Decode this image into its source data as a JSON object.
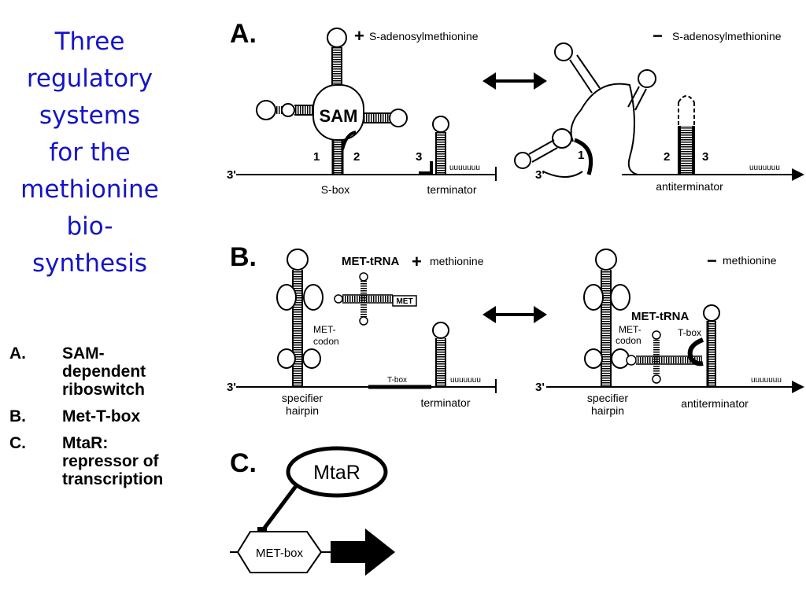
{
  "title_lines": [
    "Three",
    "regulatory",
    "systems",
    "for the",
    "methionine",
    "bio-",
    "synthesis"
  ],
  "legend": [
    {
      "marker": "A.",
      "lines": [
        "SAM-",
        "dependent",
        "riboswitch"
      ]
    },
    {
      "marker": "B.",
      "lines": [
        "Met-T-box"
      ]
    },
    {
      "marker": "C.",
      "lines": [
        "MtaR:",
        "repressor of",
        "transcription"
      ]
    }
  ],
  "panel_a": {
    "letter": "A.",
    "plus_label": "+",
    "plus_text": "S-adenosylmethionine",
    "minus_label": "−",
    "minus_text": "S-adenosylmethionine",
    "sam": "SAM",
    "three_prime": "3'",
    "num1": "1",
    "num2": "2",
    "num3": "3",
    "sbox": "S-box",
    "terminator": "terminator",
    "antiterminator": "antiterminator",
    "polyu": "uuuuuuu"
  },
  "panel_b": {
    "letter": "B.",
    "met_trna": "MET-tRNA",
    "plus_label": "+",
    "plus_text": "methionine",
    "minus_label": "−",
    "minus_text": "methionine",
    "met_box_label": "MET",
    "met_codon_1": "MET-",
    "met_codon_2": "codon",
    "tbox": "T-box",
    "three_prime": "3'",
    "specifier_1": "specifier",
    "specifier_2": "hairpin",
    "terminator": "terminator",
    "antiterminator": "antiterminator",
    "polyu": "uuuuuuu"
  },
  "panel_c": {
    "letter": "C.",
    "mtar": "MtaR",
    "metbox": "MET-box"
  }
}
